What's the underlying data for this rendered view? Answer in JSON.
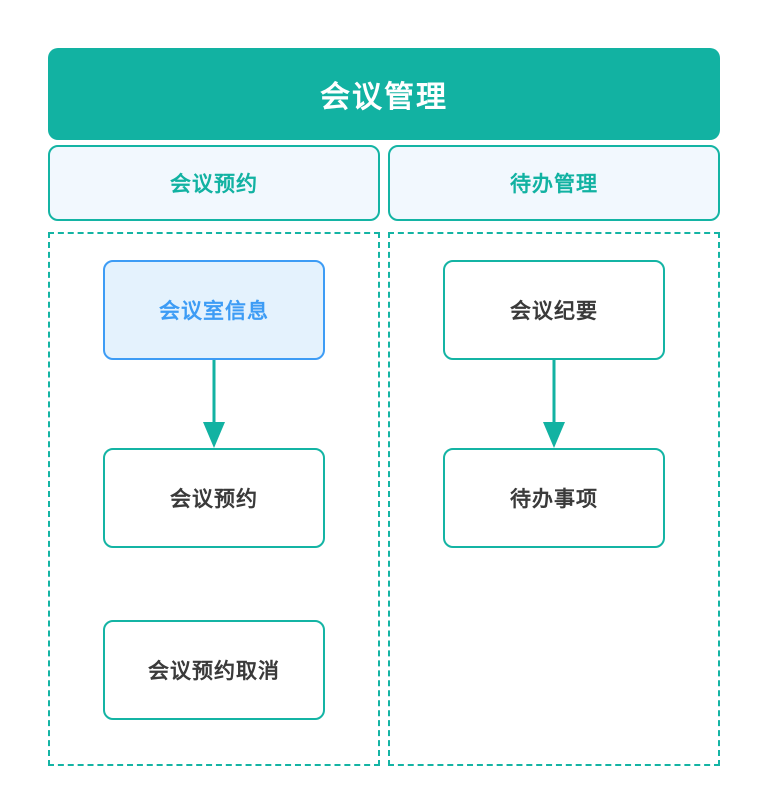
{
  "header": {
    "title": "会议管理"
  },
  "colors": {
    "teal": "#12b2a2",
    "teal_border": "#14b4a4",
    "category_fill": "#f2f8fe",
    "highlight_fill": "#e4f2fd",
    "highlight_border": "#3d9cf5",
    "highlight_text": "#3d9cf5",
    "node_text": "#3a3a3a",
    "header_text": "#ffffff",
    "background": "#ffffff"
  },
  "columns": [
    {
      "category_label": "会议预约",
      "nodes": [
        {
          "label": "会议室信息",
          "highlighted": true
        },
        {
          "label": "会议预约",
          "highlighted": false
        },
        {
          "label": "会议预约取消",
          "highlighted": false
        }
      ],
      "connectors": [
        {
          "from": "会议室信息",
          "to": "会议预约",
          "direction": "down"
        }
      ]
    },
    {
      "category_label": "待办管理",
      "nodes": [
        {
          "label": "会议纪要",
          "highlighted": false
        },
        {
          "label": "待办事项",
          "highlighted": false
        }
      ],
      "connectors": [
        {
          "from": "会议纪要",
          "to": "待办事项",
          "direction": "down"
        }
      ]
    }
  ]
}
